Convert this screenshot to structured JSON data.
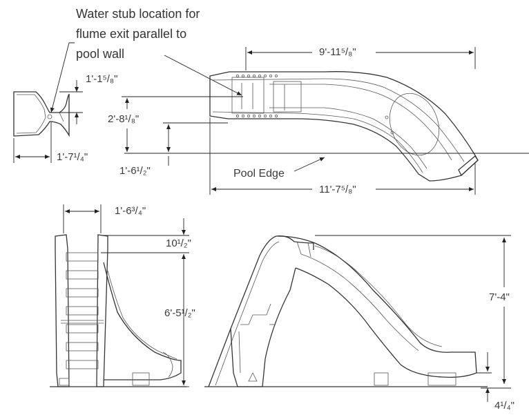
{
  "note": {
    "line1": "Water stub location for",
    "line2": "flume exit parallel to",
    "line3": "pool wall"
  },
  "dimensions": {
    "stub_offset": "1'-1⁵/₈\"",
    "stub_width": "1'-7¹/₄\"",
    "plan_exit_height": "2'-8¹/₈\"",
    "plan_offset": "1'-6¹/₂\"",
    "plan_top_length": "9'-11⁵/₈\"",
    "overall_length": "11'-7⁵/₈\"",
    "ladder_width": "1'-6³/₄\"",
    "rail_height": "10¹/₂\"",
    "platform_height": "6'-5¹/₂\"",
    "overall_height": "7'-4\"",
    "exit_height": "4¹/₄\""
  },
  "labels": {
    "pool_edge": "Pool Edge"
  }
}
